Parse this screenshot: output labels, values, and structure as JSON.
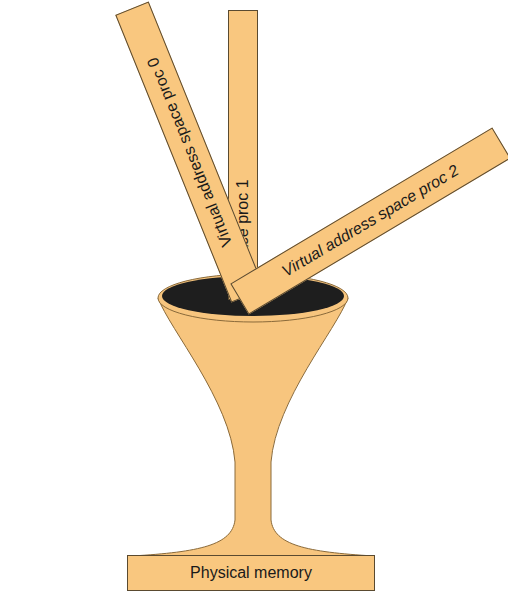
{
  "diagram": {
    "nodes": [
      {
        "text": [
          "Virtual address space proc 0"
        ]
      },
      {
        "text": [
          "space proc 1"
        ]
      },
      {
        "text": [
          "Virtual address space proc 2"
        ]
      },
      {
        "text": [
          "Physical memory"
        ]
      }
    ]
  }
}
